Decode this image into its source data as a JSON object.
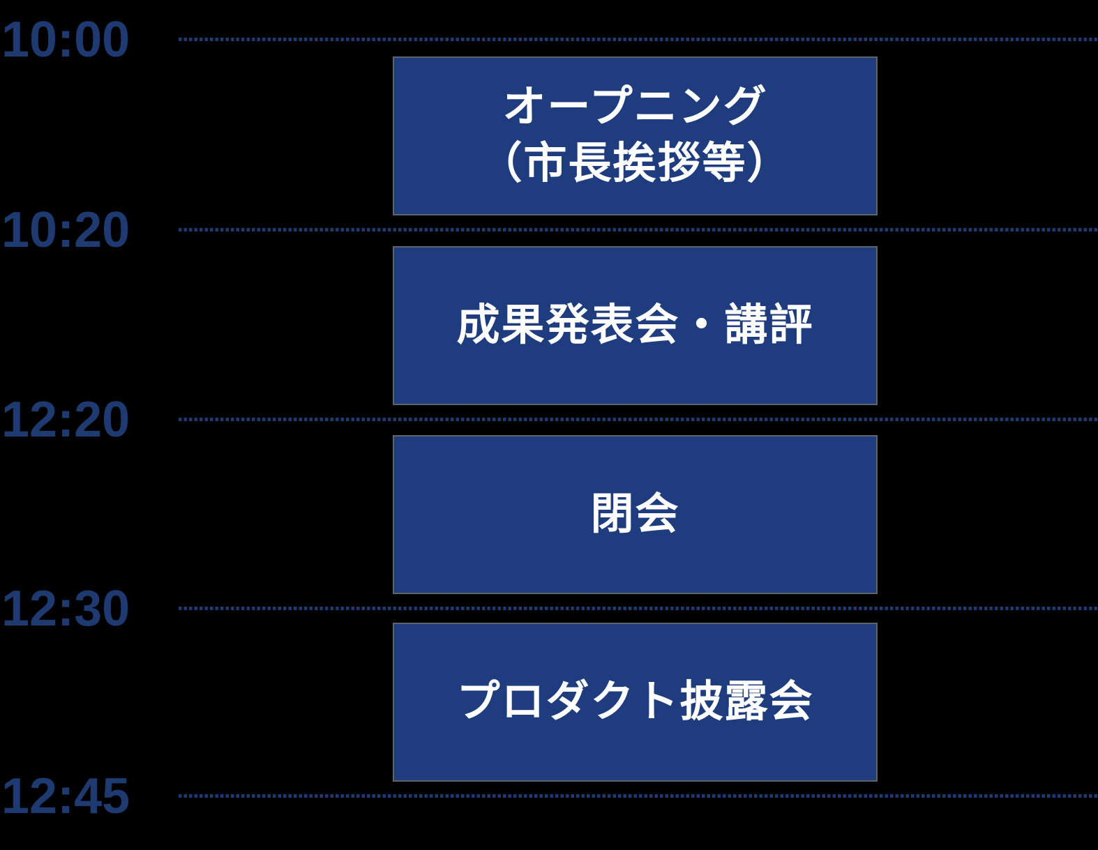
{
  "colors": {
    "background": "#000000",
    "time_label": "#1e3a70",
    "dot_line": "#1e3a70",
    "event_fill": "#1f3d7e",
    "event_border": "#5e6468",
    "event_text": "#ffffff"
  },
  "timeline": {
    "time_markers": [
      "10:00",
      "10:20",
      "12:20",
      "12:30",
      "12:45"
    ],
    "events": [
      {
        "start": "10:00",
        "end": "10:20",
        "lines": [
          "オープニング",
          "（市長挨拶等）"
        ]
      },
      {
        "start": "10:20",
        "end": "12:20",
        "lines": [
          "成果発表会・講評"
        ]
      },
      {
        "start": "12:20",
        "end": "12:30",
        "lines": [
          "閉会"
        ]
      },
      {
        "start": "12:30",
        "end": "12:45",
        "lines": [
          "プロダクト披露会"
        ]
      }
    ]
  }
}
